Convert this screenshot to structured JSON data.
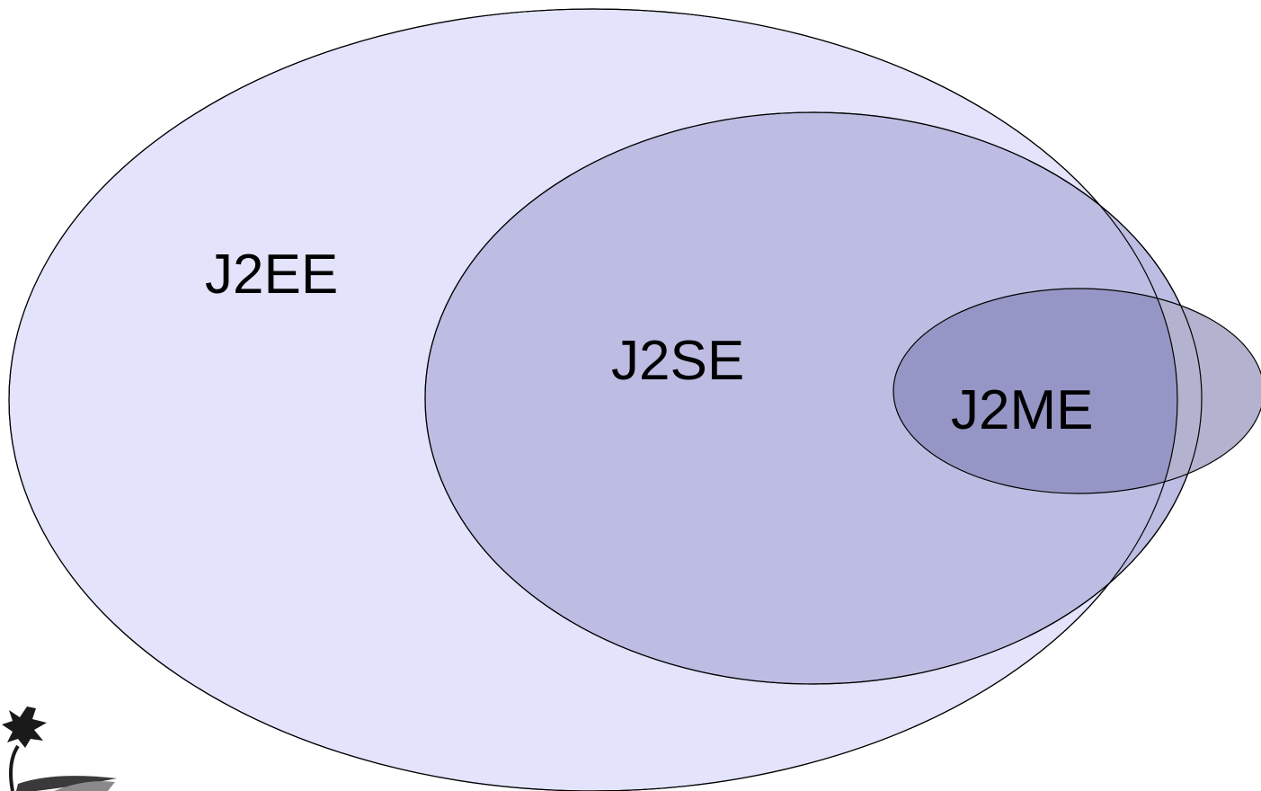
{
  "sets": [
    {
      "id": "j2ee",
      "label": "J2EE",
      "fill": "#e3e3fb"
    },
    {
      "id": "j2se",
      "label": "J2SE",
      "fill": "#bdbde3"
    },
    {
      "id": "j2me",
      "label": "J2ME",
      "fill": "#9696c6",
      "fill_outside": "#b3b3cf"
    }
  ],
  "colors": {
    "outline": "#000000",
    "background": "#ffffff",
    "decoration": "#1a1a1a"
  },
  "decoration": {
    "icon": "flower-silhouette-icon"
  }
}
